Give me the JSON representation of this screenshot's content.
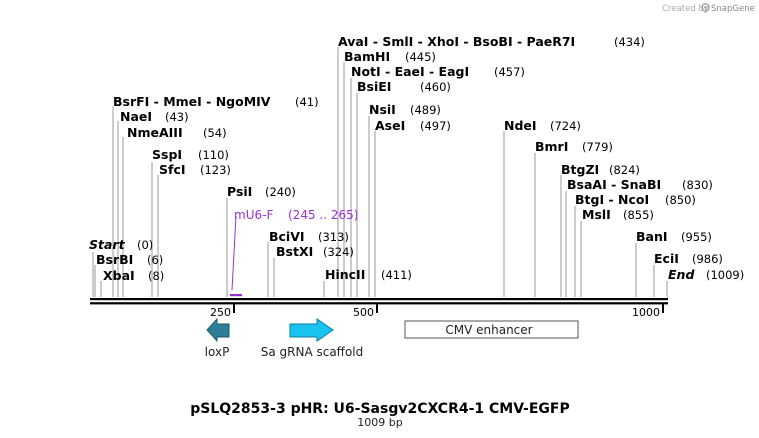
{
  "credit": {
    "prefix": "Created by",
    "brand": "SnapGene"
  },
  "title": "pSLQ2853-3 pHR: U6-Sasgv2CXCR4-1 CMV-EGFP",
  "subtitle": "1009 bp",
  "ticks": [
    "250",
    "500",
    "1000"
  ],
  "ends": {
    "start_label": "Start",
    "start_pos": "(0)",
    "end_label": "End",
    "end_pos": "(1009)"
  },
  "sites": [
    {
      "names": [
        "BsrFI",
        "MmeI",
        "NgoMIV"
      ],
      "pos": "(41)"
    },
    {
      "names": [
        "NaeI"
      ],
      "pos": "(43)"
    },
    {
      "names": [
        "NmeAIII"
      ],
      "pos": "(54)"
    },
    {
      "names": [
        "SspI"
      ],
      "pos": "(110)"
    },
    {
      "names": [
        "SfcI"
      ],
      "pos": "(123)"
    },
    {
      "names": [
        "PsiI"
      ],
      "pos": "(240)"
    },
    {
      "names": [
        "BsrBI"
      ],
      "pos": "(6)"
    },
    {
      "names": [
        "XbaI"
      ],
      "pos": "(8)"
    },
    {
      "names": [
        "BciVI"
      ],
      "pos": "(313)"
    },
    {
      "names": [
        "BstXI"
      ],
      "pos": "(324)"
    },
    {
      "names": [
        "HincII"
      ],
      "pos": "(411)"
    },
    {
      "names": [
        "AvaI",
        "SmlI",
        "XhoI",
        "BsoBI",
        "PaeR7I"
      ],
      "pos": "(434)"
    },
    {
      "names": [
        "BamHI"
      ],
      "pos": "(445)"
    },
    {
      "names": [
        "NotI",
        "EaeI",
        "EagI"
      ],
      "pos": "(457)"
    },
    {
      "names": [
        "BsiEI"
      ],
      "pos": "(460)"
    },
    {
      "names": [
        "NsiI"
      ],
      "pos": "(489)"
    },
    {
      "names": [
        "AseI"
      ],
      "pos": "(497)"
    },
    {
      "names": [
        "NdeI"
      ],
      "pos": "(724)"
    },
    {
      "names": [
        "BmrI"
      ],
      "pos": "(779)"
    },
    {
      "names": [
        "BtgZI"
      ],
      "pos": "(824)"
    },
    {
      "names": [
        "BsaAI",
        "SnaBI"
      ],
      "pos": "(830)"
    },
    {
      "names": [
        "BtgI",
        "NcoI"
      ],
      "pos": "(850)"
    },
    {
      "names": [
        "MslI"
      ],
      "pos": "(855)"
    },
    {
      "names": [
        "BanI"
      ],
      "pos": "(955)"
    },
    {
      "names": [
        "EciI"
      ],
      "pos": "(986)"
    }
  ],
  "primer": {
    "name": "mU6-F",
    "range": "(245 .. 265)"
  },
  "features": [
    {
      "label": "loxP",
      "kind": "arrow-left",
      "color": "#2e7f96"
    },
    {
      "label": "Sa gRNA scaffold",
      "kind": "arrow-right",
      "color": "#19c3f0"
    },
    {
      "label": "CMV enhancer",
      "kind": "box",
      "color": "#ffffff"
    }
  ],
  "colors": {
    "primer": "#9b30d9",
    "backbone": "#000000",
    "site_line": "#9a9a9a"
  }
}
